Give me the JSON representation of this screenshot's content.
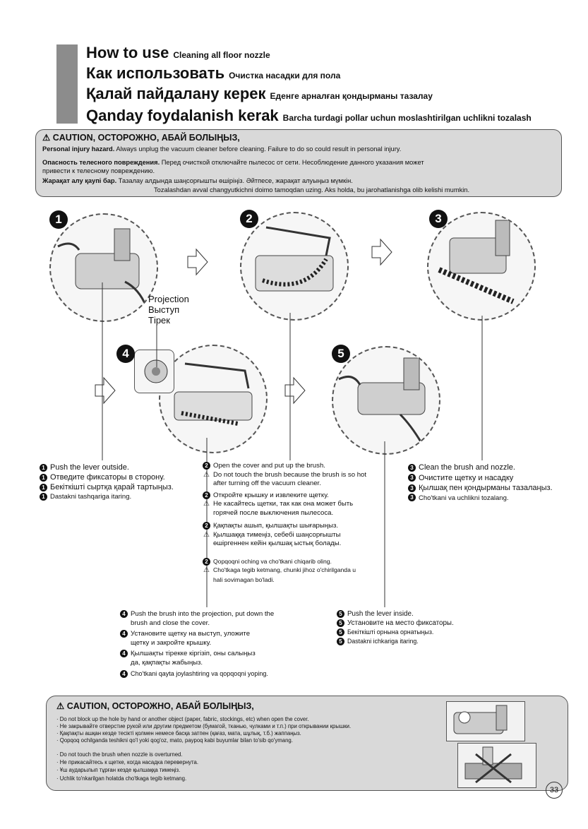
{
  "header": {
    "lines": [
      {
        "big": "How to use",
        "small": "Cleaning all floor nozzle"
      },
      {
        "big": "Как использовать",
        "small": "Очистка насадки для пола"
      },
      {
        "big": "Қалай пайдалану керек",
        "small": "Еденге арналған қондырманы тазалау"
      },
      {
        "big": "Qanday foydalanish kerak",
        "small": "Barcha turdagi pollar uchun moslashtirilgan uchlikni tozalash"
      }
    ]
  },
  "caution_top": {
    "title": "CAUTION, ОСТОРОЖНО, АБАЙ БОЛЫҢЫЗ,",
    "lines": [
      {
        "bold": "Personal injury hazard.",
        "text": " Always unplug the vacuum cleaner before cleaning. Failure to do so could result in personal injury."
      },
      {
        "bold": "Опасность телесного повреждения.",
        "text": " Перед очисткой отключайте пылесос от сети. Несоблюдение данного указания может"
      },
      {
        "bold": "",
        "text": "привести к телесному повреждению."
      },
      {
        "bold": "Жарақат алу қаупі бар.",
        "text": " Тазалау алдында шаңсорғышты өшіріңіз. Әйтпесе, жарақат алуыңыз мүмкін."
      },
      {
        "bold": "",
        "text": "Tozalashdan avval changyutkichni doimo tamoqdan uzing. Aks holda, bu jarohatlanishga olib kelishi mumkin."
      }
    ]
  },
  "steps": {
    "n1": "1",
    "n2": "2",
    "n3": "3",
    "n4": "4",
    "n5": "5",
    "projection": [
      "Projection",
      "Выступ",
      "Тірек"
    ],
    "step1": [
      "Push the lever outside.",
      "Отведите фиксаторы в сторону.",
      "Бекіткішті сыртқа қарай тартыңыз.",
      "Dastakni tashqariga itaring."
    ],
    "step2": [
      {
        "m": "2",
        "t": "Open the cover and put up the brush."
      },
      {
        "m": "⚠",
        "t": "Do not touch the brush because the brush is so hot"
      },
      {
        "m": "",
        "t": "after turning off the vacuum cleaner."
      },
      {
        "m": "2",
        "t": "Откройте крышку и извлеките щетку."
      },
      {
        "m": "⚠",
        "t": "Не касайтесь щетки, так как она может быть"
      },
      {
        "m": "",
        "t": "горячей после выключения пылесоса."
      },
      {
        "m": "2",
        "t": "Қақпақты ашып, қылшақты шығарыңыз."
      },
      {
        "m": "⚠",
        "t": "Қылшаққа тимеңіз, себебі шаңсорғышты"
      },
      {
        "m": "",
        "t": "өшіргеннен кейін қылшақ ыстық болады."
      },
      {
        "m": "2",
        "t": "Qopqoqni oching va cho'tkani chiqarib oling."
      },
      {
        "m": "⚠",
        "t": "Cho'tkaga tegib ketmang, chunki jihoz o'chirilganda u"
      },
      {
        "m": "",
        "t": "hali sovimagan bo'ladi."
      }
    ],
    "step3": [
      "Clean the brush and nozzle.",
      "Очистите щетку и насадку",
      "Қылшақ пен қондырманы тазалаңыз.",
      "Cho'tkani va uchlikni tozalang."
    ],
    "step4": [
      {
        "m": "4",
        "t": "Push the brush into the projection, put down the"
      },
      {
        "m": "",
        "t": "brush and close the cover."
      },
      {
        "m": "4",
        "t": "Установите щетку на выступ, уложите"
      },
      {
        "m": "",
        "t": "щетку и закройте крышку."
      },
      {
        "m": "4",
        "t": "Қылшақты тірекке кіргізіп, оны салыңыз"
      },
      {
        "m": "",
        "t": "да, қақпақты жабыңыз."
      },
      {
        "m": "4",
        "t": "Cho'tkani qayta joylashtiring va qopqoqni yoping."
      }
    ],
    "step5": [
      "Push the lever inside.",
      "Установите на место фиксаторы.",
      "Бекіткішті орнына орнатыңыз.",
      "Dastakni ichkariga itaring."
    ]
  },
  "caution_bottom": {
    "title": "CAUTION, ОСТОРОЖНО, АБАЙ БОЛЫҢЫЗ,",
    "group1": [
      "· Do not block up the hole by hand or another object (paper, fabric, stockings, etc) when open the cover.",
      "· Не закрывайте отверстие рукой или другим предметом (бумагой, тканью, чулками и т.п.) при открывании крышки.",
      "· Қақпақты ашқан кезде тесікті қолмен немесе басқа затпен (қағаз, мата, шұлық, т.б.) жаппаңыз.",
      "· Qopqoq ochilganda teshikni qo'l yoki qog'oz, mato, paypoq kabi buyumlar bilan to'sib qo'ymang."
    ],
    "group2": [
      "· Do not touch the brush when nozzle is overturned.",
      "· Не прикасайтесь к щетке, когда насадка перевернута.",
      "· Ұш аударылып тұрған кезде қылшаққа тимеңіз.",
      "· Uchlik to'nkarilgan holatda cho'tkaga tegib ketmang."
    ]
  },
  "page_number": "33"
}
